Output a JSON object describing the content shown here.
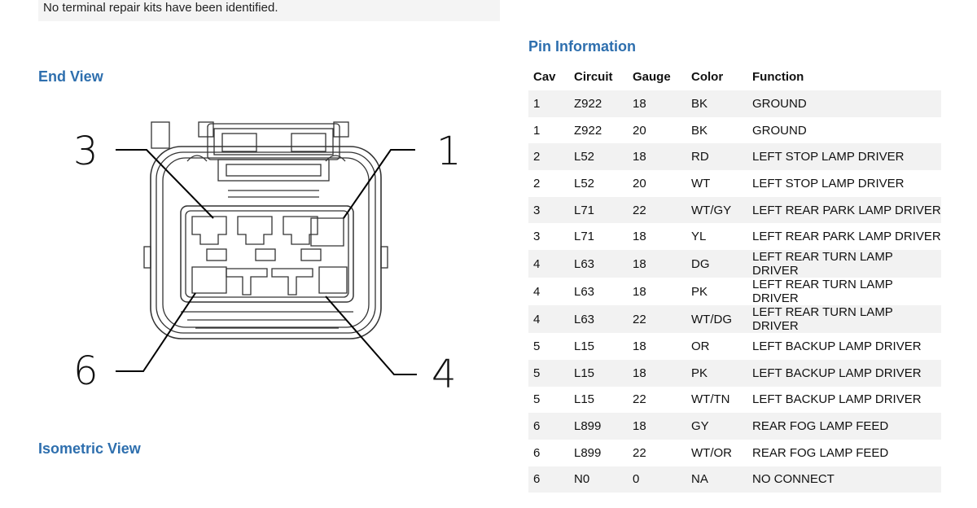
{
  "notice": {
    "text": "No terminal repair kits have been identified."
  },
  "end_view": {
    "title": "End View",
    "callouts": [
      "3",
      "1",
      "6",
      "4"
    ]
  },
  "isometric_view": {
    "title": "Isometric View"
  },
  "pin_information": {
    "title": "Pin Information",
    "columns": [
      "Cav",
      "Circuit",
      "Gauge",
      "Color",
      "Function"
    ],
    "rows": [
      [
        "1",
        "Z922",
        "18",
        "BK",
        "GROUND"
      ],
      [
        "1",
        "Z922",
        "20",
        "BK",
        "GROUND"
      ],
      [
        "2",
        "L52",
        "18",
        "RD",
        "LEFT STOP LAMP DRIVER"
      ],
      [
        "2",
        "L52",
        "20",
        "WT",
        "LEFT STOP LAMP DRIVER"
      ],
      [
        "3",
        "L71",
        "22",
        "WT/GY",
        "LEFT REAR PARK LAMP DRIVER"
      ],
      [
        "3",
        "L71",
        "18",
        "YL",
        "LEFT REAR PARK LAMP DRIVER"
      ],
      [
        "4",
        "L63",
        "18",
        "DG",
        "LEFT REAR TURN LAMP DRIVER"
      ],
      [
        "4",
        "L63",
        "18",
        "PK",
        "LEFT REAR TURN LAMP DRIVER"
      ],
      [
        "4",
        "L63",
        "22",
        "WT/DG",
        "LEFT REAR TURN LAMP DRIVER"
      ],
      [
        "5",
        "L15",
        "18",
        "OR",
        "LEFT BACKUP LAMP DRIVER"
      ],
      [
        "5",
        "L15",
        "18",
        "PK",
        "LEFT BACKUP LAMP DRIVER"
      ],
      [
        "5",
        "L15",
        "22",
        "WT/TN",
        "LEFT BACKUP LAMP DRIVER"
      ],
      [
        "6",
        "L899",
        "18",
        "GY",
        "REAR FOG LAMP FEED"
      ],
      [
        "6",
        "L899",
        "22",
        "WT/OR",
        "REAR FOG LAMP FEED"
      ],
      [
        "6",
        "N0",
        "0",
        "NA",
        "NO CONNECT"
      ]
    ]
  },
  "colors": {
    "heading": "#2e6fae",
    "row_stripe": "#f2f2f2",
    "notice_bg": "#f4f4f4"
  }
}
